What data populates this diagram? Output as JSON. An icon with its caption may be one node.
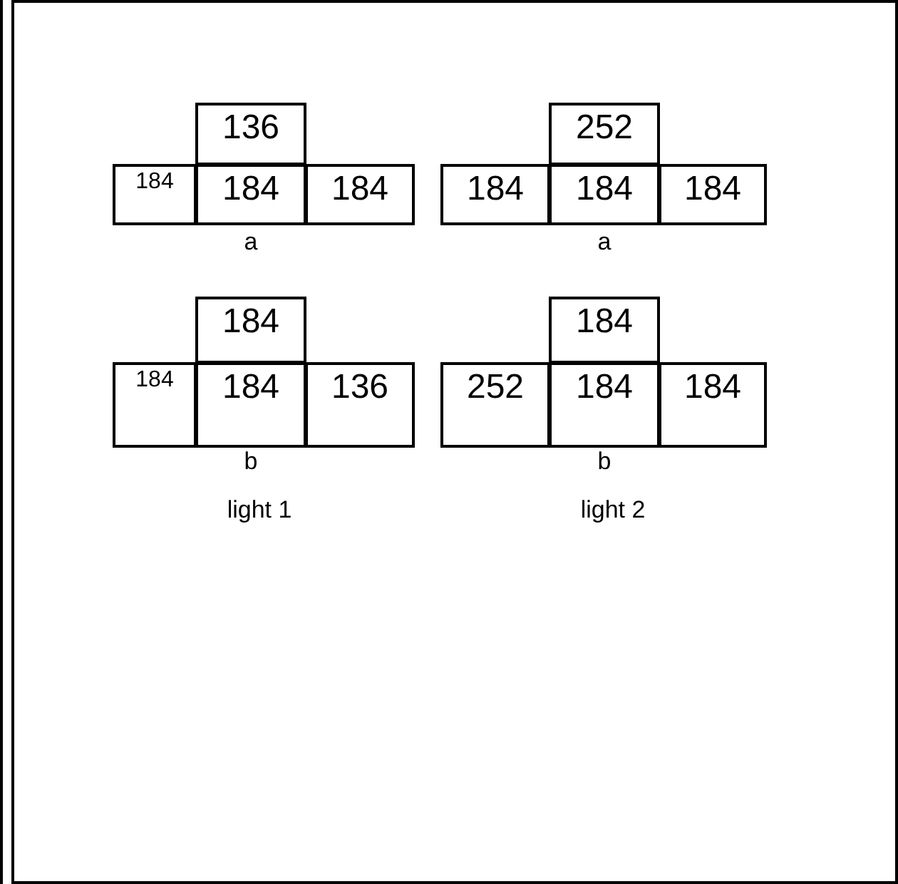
{
  "diagram": {
    "nodes": [
      {
        "text": [
          "136"
        ]
      },
      {
        "text": [
          "252"
        ]
      },
      {
        "text": [
          "184"
        ]
      },
      {
        "text": [
          "184"
        ]
      },
      {
        "text": [
          "184"
        ]
      },
      {
        "text": [
          "184"
        ]
      },
      {
        "text": [
          "184"
        ]
      },
      {
        "text": [
          "184"
        ]
      },
      {
        "text": [
          "184"
        ]
      },
      {
        "text": [
          "184"
        ]
      },
      {
        "text": [
          "184"
        ]
      },
      {
        "text": [
          "184"
        ]
      },
      {
        "text": [
          "136"
        ]
      },
      {
        "text": [
          "252"
        ]
      },
      {
        "text": [
          "184"
        ]
      },
      {
        "text": [
          "184"
        ]
      }
    ],
    "labels": [
      "a",
      "a",
      "b",
      "b",
      "light 1",
      "light 2"
    ]
  }
}
